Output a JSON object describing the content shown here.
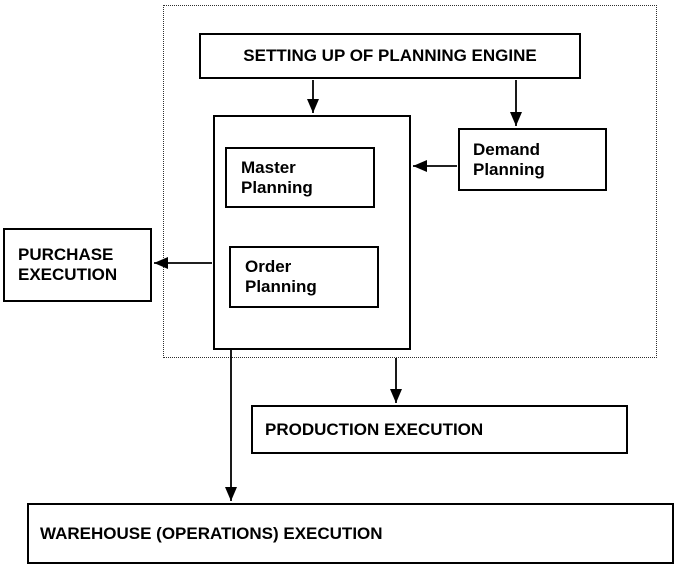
{
  "diagram": {
    "boundary": {
      "name": "planning engine boundary (dotted)"
    },
    "boxes": {
      "setting": {
        "label": "SETTING UP OF PLANNING ENGINE"
      },
      "master": {
        "label": "Master\nPlanning"
      },
      "order": {
        "label": "Order\nPlanning"
      },
      "demand": {
        "label": "Demand\nPlanning"
      },
      "purchase": {
        "label": "PURCHASE\nEXECUTION"
      },
      "production": {
        "label": "PRODUCTION EXECUTION"
      },
      "warehouse": {
        "label": "WAREHOUSE (OPERATIONS) EXECUTION"
      }
    },
    "connections": [
      {
        "from": "SETTING UP OF PLANNING ENGINE",
        "to": "Planning group (Master/Order Planning)"
      },
      {
        "from": "SETTING UP OF PLANNING ENGINE",
        "to": "Demand Planning"
      },
      {
        "from": "Demand Planning",
        "to": "Planning group (Master/Order Planning)"
      },
      {
        "from": "Planning group (Master/Order Planning)",
        "to": "PURCHASE EXECUTION"
      },
      {
        "from": "Planning group (Master/Order Planning)",
        "to": "WAREHOUSE (OPERATIONS) EXECUTION"
      },
      {
        "from": "Planning engine boundary",
        "to": "PRODUCTION EXECUTION"
      }
    ],
    "colors": {
      "line": "#000000",
      "text": "#000000",
      "background": "#ffffff"
    }
  }
}
